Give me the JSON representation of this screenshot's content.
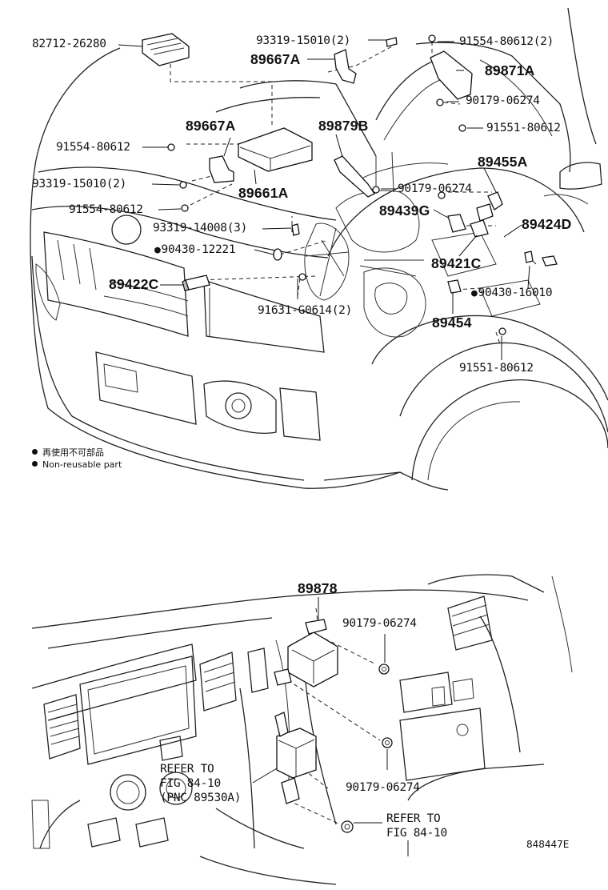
{
  "callouts": {
    "p82712": "82712-26280",
    "p93319a": "93319-15010(2)",
    "p91554a": "91554-80612(2)",
    "p89667a_top": "89667A",
    "p89871a": "89871A",
    "p90179a": "90179-06274",
    "p89667a_mid": "89667A",
    "p89879b": "89879B",
    "p91551a": "91551-80612",
    "p91554b": "91554-80612",
    "p89455a": "89455A",
    "p93319b": "93319-15010(2)",
    "p90179b": "90179-06274",
    "p89661a": "89661A",
    "p91554c": "91554-80612",
    "p89439g": "89439G",
    "p93319c": "93319-14008(3)",
    "p89424d": "89424D",
    "p90430a": "90430-12221",
    "p89421c": "89421C",
    "p89422c": "89422C",
    "p90430b": "90430-16010",
    "p91631": "91631-G0614(2)",
    "p89454": "89454",
    "p91551b": "91551-80612",
    "p89878": "89878",
    "p90179c": "90179-06274",
    "ref1_line1": "REFER TO",
    "ref1_line2": "FIG 84-10",
    "ref1_line3": "(PNC 89530A)",
    "p90179d": "90179-06274",
    "ref2_line1": "REFER TO",
    "ref2_line2": "FIG 84-10"
  },
  "legend": {
    "line_jp": "再使用不可部品",
    "line_en": "Non-reusable part"
  },
  "drawing_code": "848447E"
}
